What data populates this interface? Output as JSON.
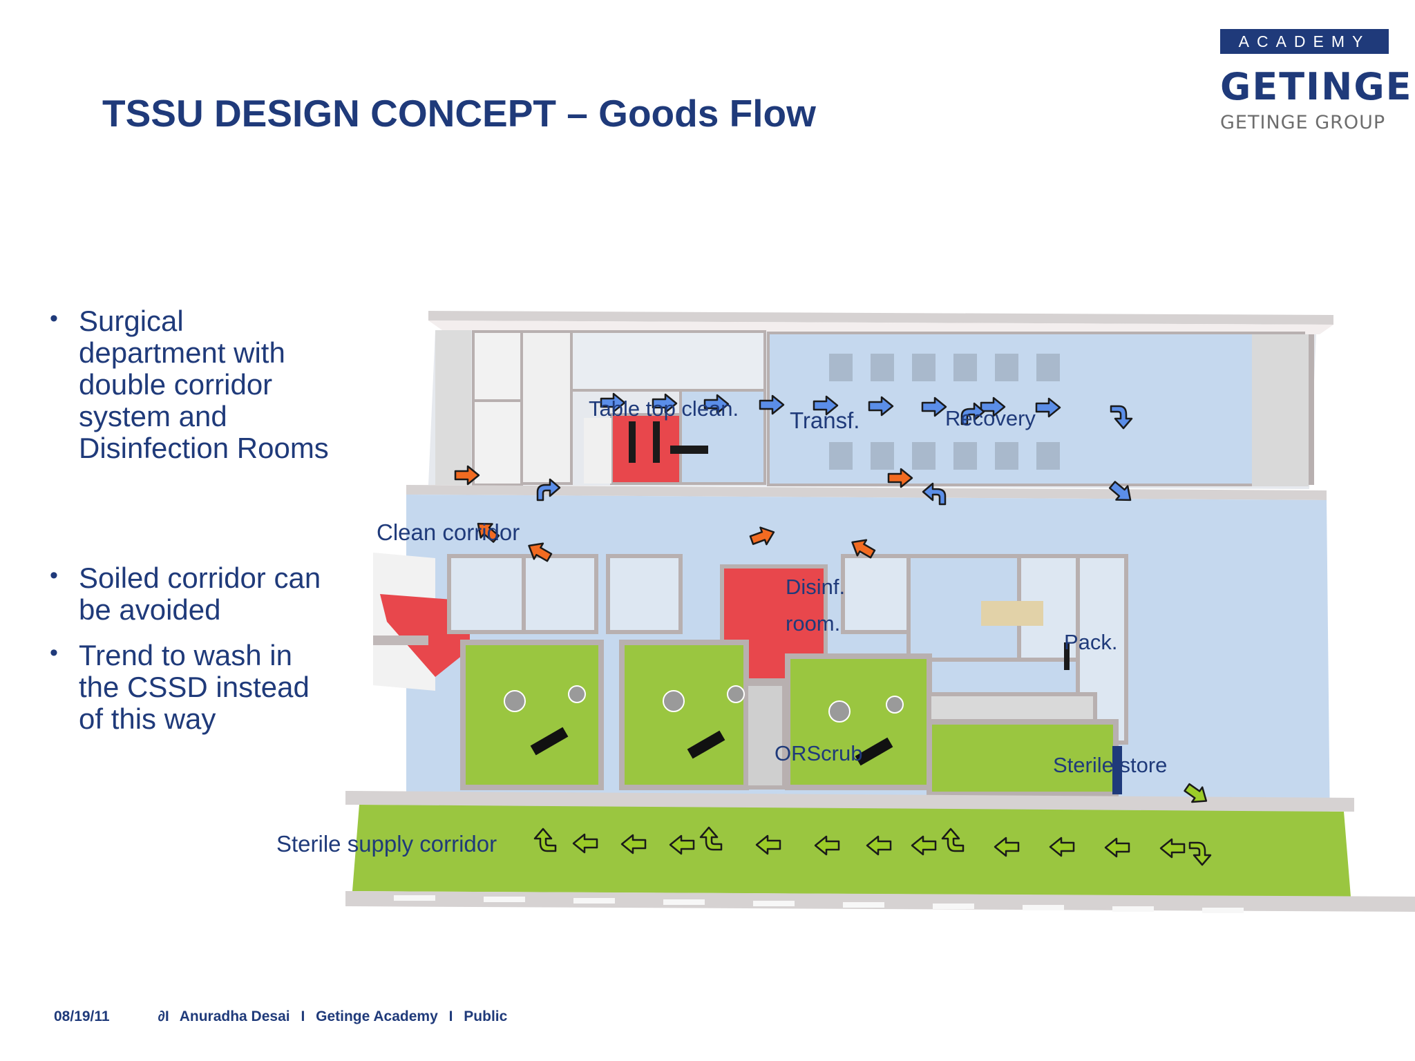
{
  "logo": {
    "academy": "ACADEMY",
    "brand": "GETINGE",
    "group": "GETINGE GROUP"
  },
  "title": "TSSU DESIGN CONCEPT – Goods Flow",
  "bullets_primary": [
    "Surgical department with double corridor system and Disinfection Rooms"
  ],
  "bullets_secondary": [
    "Soiled corridor can be avoided",
    "Trend to wash in the CSSD instead of this way"
  ],
  "plan_labels": {
    "table_top": "Table top clean.",
    "transf": "Transf.",
    "recovery": "Recovery",
    "clean_corridor": "Clean corridor",
    "disinf_1": "Disinf.",
    "disinf_2": "room.",
    "pack": "Pack.",
    "orscrub": "ORScrub",
    "sterile_store": "Sterile store",
    "sterile_supply": "Sterile supply corridor"
  },
  "colors": {
    "title": "#1f3a7a",
    "clean_arrow": "#5b8ee8",
    "soiled_arrow": "#f26b21",
    "sterile_arrow": "#9ccc28",
    "red_room": "#e8474c",
    "green_room": "#9ac640",
    "blue_floor": "#c5d8ee"
  },
  "footer": {
    "date": "08/19/11",
    "sep": "∂I",
    "author": "Anuradha Desai",
    "org": "Getinge Academy",
    "class": "Public",
    "divider": "I"
  }
}
